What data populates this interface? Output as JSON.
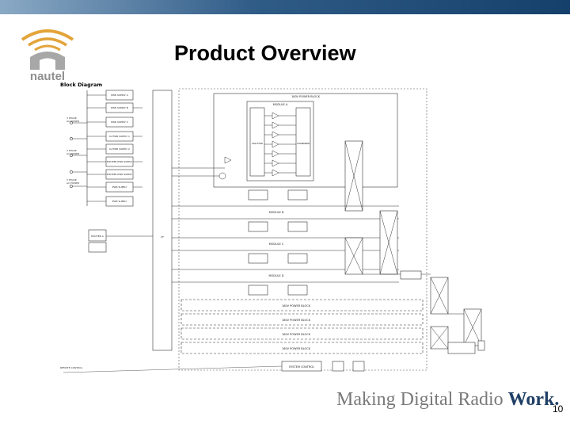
{
  "slide": {
    "title": "Product Overview",
    "page_number": "10"
  },
  "logo": {
    "name": "nautel-logo",
    "word": "nautel"
  },
  "tagline": {
    "prefix": "Making Digital Radio ",
    "emphasis": "Work."
  },
  "diagram": {
    "heading": "Block Diagram",
    "power_supplies": [
      "PWR SUPPLY A",
      "PWR SUPPLY B",
      "PWR SUPPLY C",
      "LV PWR SUPPLY 1",
      "LV PWR SUPPLY 2",
      "EXCITER PWR SUPPLY",
      "EXCITER PWR SUPPLY",
      "PWR SUPPLY",
      "PWR SUPPLY"
    ],
    "power_block": "180V POWER BLOCK",
    "module_a": "MODULE A",
    "splitter": "SPLITTER",
    "combiner": "COMBINER",
    "modules": [
      "MODULE B",
      "MODULE C",
      "MODULE D"
    ],
    "exciter": "EXCITER A",
    "system_control": "SYSTEM CONTROL"
  }
}
